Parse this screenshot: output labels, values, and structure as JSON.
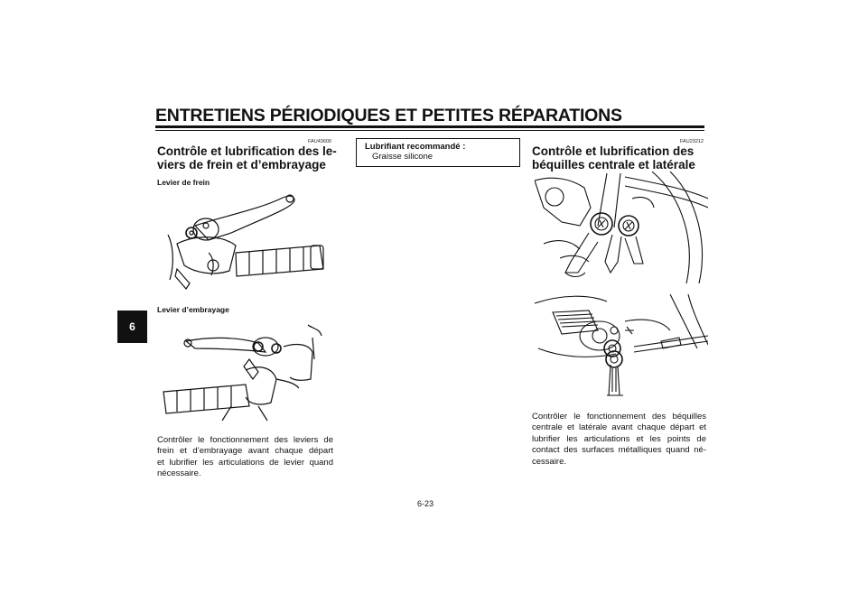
{
  "header": {
    "title": "ENTRETIENS PÉRIODIQUES ET PETITES RÉPARATIONS"
  },
  "chapter_tab": "6",
  "left_section": {
    "code": "FAU43600",
    "heading_lines": [
      "Contrôle et lubrification des le-",
      "viers de frein et d’embrayage"
    ],
    "brake_label": "Levier de frein",
    "clutch_label": "Levier d’embrayage",
    "body_lines": [
      "Contrôler le fonctionnement des leviers de",
      "frein et d’embrayage avant chaque départ",
      "et lubrifier les articulations de levier quand",
      "nécessaire."
    ]
  },
  "lubricant_box": {
    "title": "Lubrifiant recommandé :",
    "value": "Graisse silicone"
  },
  "right_section": {
    "code": "FAU23212",
    "heading_lines": [
      "Contrôle et lubrification des",
      "béquilles centrale et latérale"
    ],
    "body_lines": [
      "Contrôler le fonctionnement des béquilles",
      "centrale et latérale avant chaque départ et",
      "lubrifier les articulations et les points de",
      "contact des surfaces métalliques quand né-",
      "cessaire."
    ]
  },
  "page_number": "6-23"
}
